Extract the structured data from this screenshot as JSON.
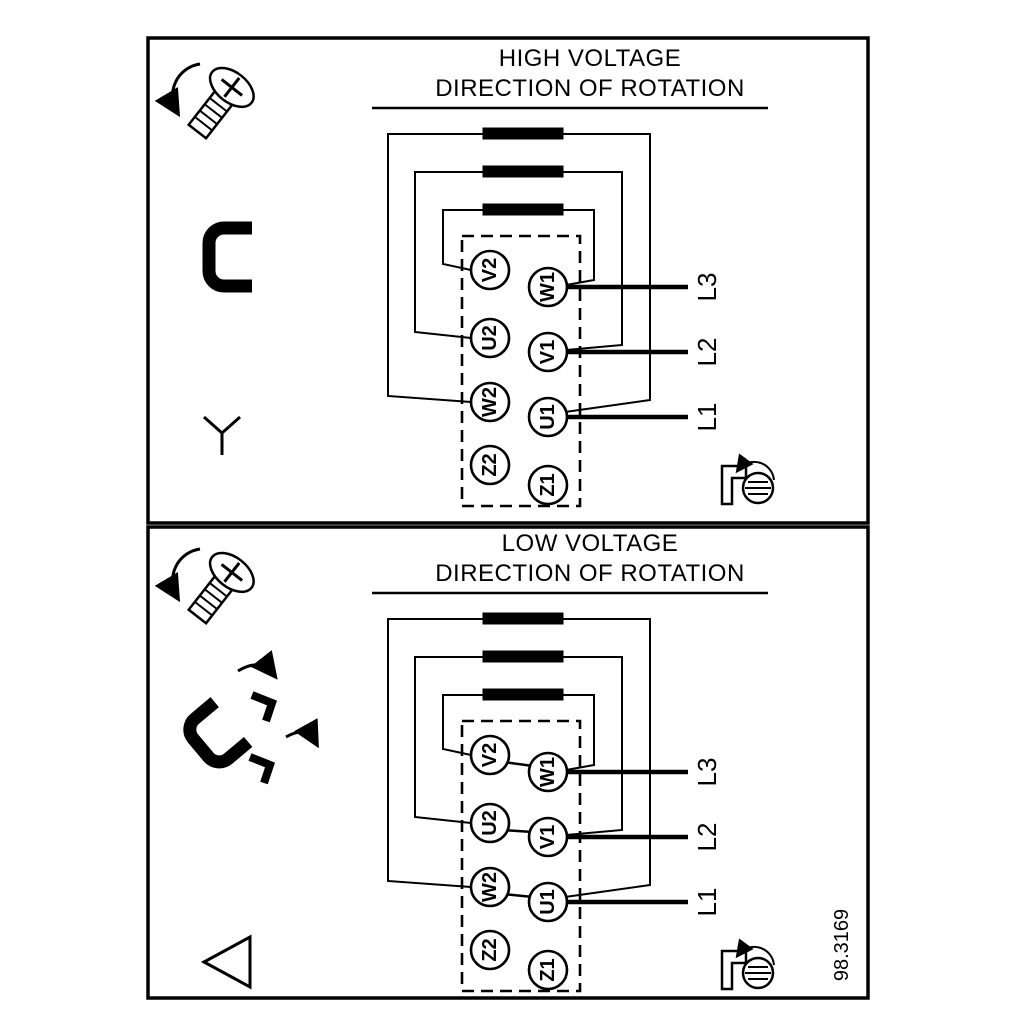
{
  "diagram": {
    "part_number": "98.3169",
    "ink_color": "#000000",
    "background_color": "#ffffff"
  },
  "panels": [
    {
      "name": "high-voltage",
      "title_line1": "HIGH VOLTAGE",
      "title_line2": "DIRECTION OF ROTATION",
      "connection": "star",
      "terminals": {
        "left": [
          "V2",
          "U2",
          "W2",
          "Z2"
        ],
        "right": [
          "W1",
          "V1",
          "U1",
          "Z1"
        ]
      },
      "lines": [
        "L3",
        "L2",
        "L1"
      ],
      "icons": [
        "screw-icon",
        "terminal-jumper-icon",
        "star-connection-icon",
        "rotation-direction-icon"
      ]
    },
    {
      "name": "low-voltage",
      "title_line1": "LOW VOLTAGE",
      "title_line2": "DIRECTION OF ROTATION",
      "connection": "delta",
      "terminals": {
        "left": [
          "V2",
          "U2",
          "W2",
          "Z2"
        ],
        "right": [
          "W1",
          "V1",
          "U1",
          "Z1"
        ]
      },
      "lines": [
        "L3",
        "L2",
        "L1"
      ],
      "icons": [
        "screw-icon",
        "loose-jumpers-icon",
        "delta-connection-icon",
        "rotation-direction-icon"
      ]
    }
  ]
}
